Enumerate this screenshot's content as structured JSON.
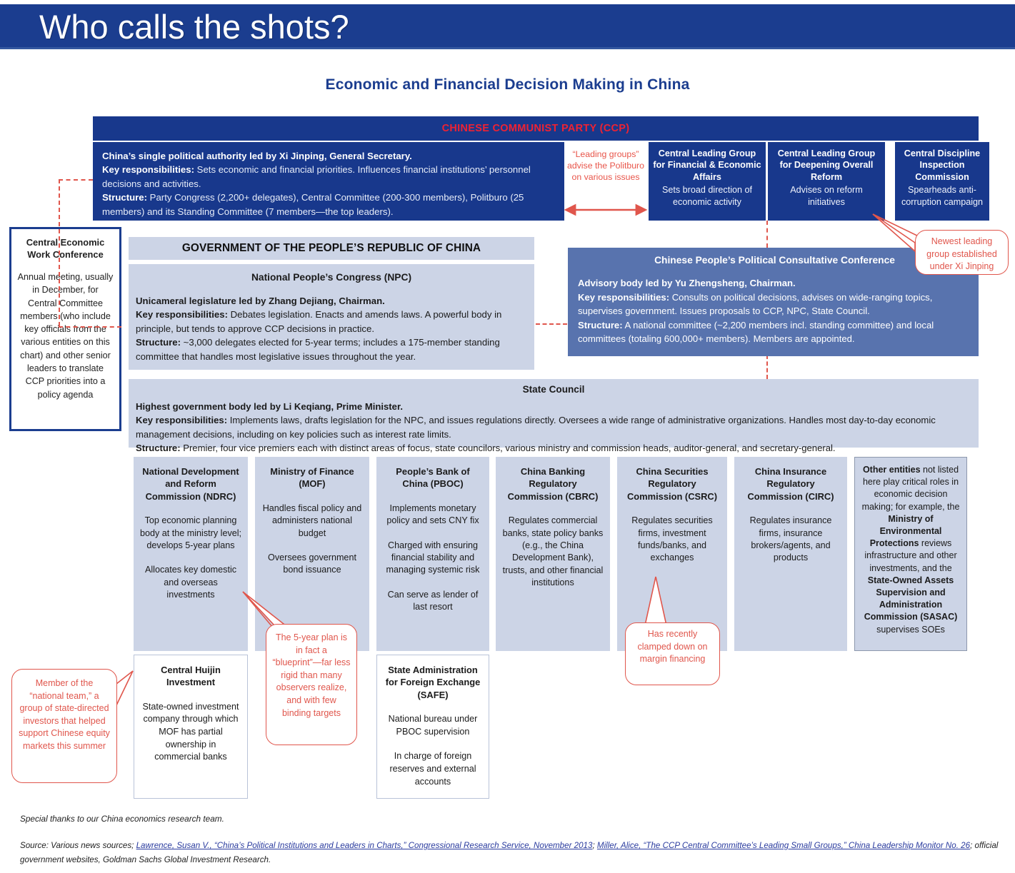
{
  "header": {
    "title": "Who calls the shots?",
    "chart_title": "Economic and Financial Decision Making in China",
    "bar_color": "#1b3d8f"
  },
  "ccp": {
    "band_label": "CHINESE COMMUNIST PARTY (CCP)",
    "band_label_color": "#ee2233",
    "lead": "China’s single political authority led by Xi Jinping, General Secretary.",
    "responsibilities_label": "Key responsibilities:",
    "responsibilities": " Sets economic and financial priorities. Influences  financial institutions’ personnel decisions and activities.",
    "structure_label": "Structure:",
    "structure": " Party Congress (2,200+ delegates), Central Committee (200-300 members), Politburo (25 members) and its Standing Committee (7 members—the top leaders)."
  },
  "leading_groups_note": "“Leading groups” advise the Politburo on various issues",
  "leading_groups": [
    {
      "title": "Central Leading Group for Financial & Economic Affairs",
      "desc": "Sets broad direction of economic activity"
    },
    {
      "title": "Central Leading Group for Deepening Overall Reform",
      "desc": "Advises on reform initiatives"
    },
    {
      "title": "Central Discipline Inspection Commission",
      "desc": "Spearheads anti-corruption campaign"
    }
  ],
  "cewc": {
    "title": "Central Economic Work Conference",
    "body": "Annual meeting, usually in December, for Central Committee members (who include key officials from the various entities on this chart) and other senior leaders to translate CCP priorities into a policy agenda"
  },
  "government": {
    "header": "GOVERNMENT OF THE PEOPLE’S REPUBLIC OF CHINA",
    "npc": {
      "title": "National People’s Congress (NPC)",
      "lead": "Unicameral legislature led by Zhang Dejiang, Chairman.",
      "responsibilities_label": "Key responsibilities:",
      "responsibilities": " Debates legislation. Enacts and amends laws. A powerful body in principle, but tends to approve CCP decisions in practice.",
      "structure_label": "Structure:",
      "structure": " ~3,000 delegates elected for 5-year terms; includes a 175-member standing committee that handles most legislative issues throughout the year."
    },
    "state_council": {
      "title": "State Council",
      "lead": "Highest government body led by Li Keqiang, Prime Minister.",
      "responsibilities_label": "Key responsibilities:",
      "responsibilities": " Implements laws, drafts legislation for the NPC, and issues regulations directly. Oversees a wide range of administrative organizations. Handles most day-to-day economic management decisions, including on key policies such as interest rate limits.",
      "structure_label": "Structure:",
      "structure": " Premier, four vice premiers each with distinct areas of focus, state councilors, various ministry and commission heads, auditor-general, and secretary-general."
    }
  },
  "cppcc": {
    "title": "Chinese People’s Political Consultative Conference",
    "lead": "Advisory body led by Yu Zhengsheng, Chairman.",
    "responsibilities_label": "Key responsibilities:",
    "responsibilities": " Consults on political decisions, advises on wide-ranging topics, supervises government. Issues proposals to CCP, NPC, State Council.",
    "structure_label": "Structure:",
    "structure": " A national committee (~2,200 members incl. standing committee) and local committees (totaling 600,000+ members). Members are appointed."
  },
  "agencies": [
    {
      "title": "National Development and Reform Commission (NDRC)",
      "paras": [
        "Top economic planning body at the ministry level; develops 5-year plans",
        "Allocates key domestic and overseas investments"
      ]
    },
    {
      "title": "Ministry of Finance (MOF)",
      "paras": [
        "Handles fiscal policy and administers national budget",
        "Oversees government bond issuance"
      ]
    },
    {
      "title": "People’s Bank of China (PBOC)",
      "paras": [
        "Implements monetary policy and sets CNY fix",
        "Charged with ensuring financial stability and managing systemic risk",
        "Can serve as lender of last resort"
      ]
    },
    {
      "title": "China Banking Regulatory Commission (CBRC)",
      "paras": [
        "Regulates commercial banks, state policy banks (e.g., the China Development Bank), trusts, and other financial institutions"
      ]
    },
    {
      "title": "China Securities Regulatory Commission (CSRC)",
      "paras": [
        "Regulates securities firms, investment funds/banks, and exchanges"
      ]
    },
    {
      "title": "China Insurance Regulatory Commission (CIRC)",
      "paras": [
        "Regulates insurance firms, insurance brokers/agents, and products"
      ]
    }
  ],
  "other_entities": {
    "b1": "Other entities",
    "t1": " not listed here play critical roles in economic decision making; for example, the ",
    "b2": "Ministry of Environmental Protections",
    "t2": " reviews infrastructure and other investments, and the ",
    "b3": "State-Owned Assets Supervision and Administration Commission (SASAC)",
    "t3": " supervises SOEs"
  },
  "subboxes": [
    {
      "title": "Central Huijin Investment",
      "paras": [
        "State-owned investment company through which MOF has partial ownership in commercial banks"
      ]
    },
    {
      "title": "State Administration for Foreign Exchange (SAFE)",
      "paras": [
        "National bureau under PBOC supervision",
        "In charge of foreign reserves and external accounts"
      ]
    }
  ],
  "callouts": {
    "newest": "Newest leading group established under Xi Jinping",
    "five_year": "The 5-year plan is in fact a “blueprint”—far less rigid than many observers realize, and with few binding targets",
    "margin": "Has recently clamped down on margin financing",
    "national_team": "Member of the “national team,” a group of state-directed investors that helped support Chinese equity markets this summer",
    "color": "#e0564c"
  },
  "footer": {
    "thanks": "Special thanks to our China economics research team.",
    "source_prefix": "Source: Various news sources; ",
    "source_link1": "Lawrence, Susan V., “China’s Political Institutions and Leaders in Charts,” Congressional Research Service, November 2013",
    "source_mid1": "; ",
    "source_link2": "Miller, Alice, “The CCP Central Committee’s Leading Small Groups,” China Leadership Monitor No. 26",
    "source_suffix": "; official government websites, Goldman Sachs Global Investment Research."
  }
}
